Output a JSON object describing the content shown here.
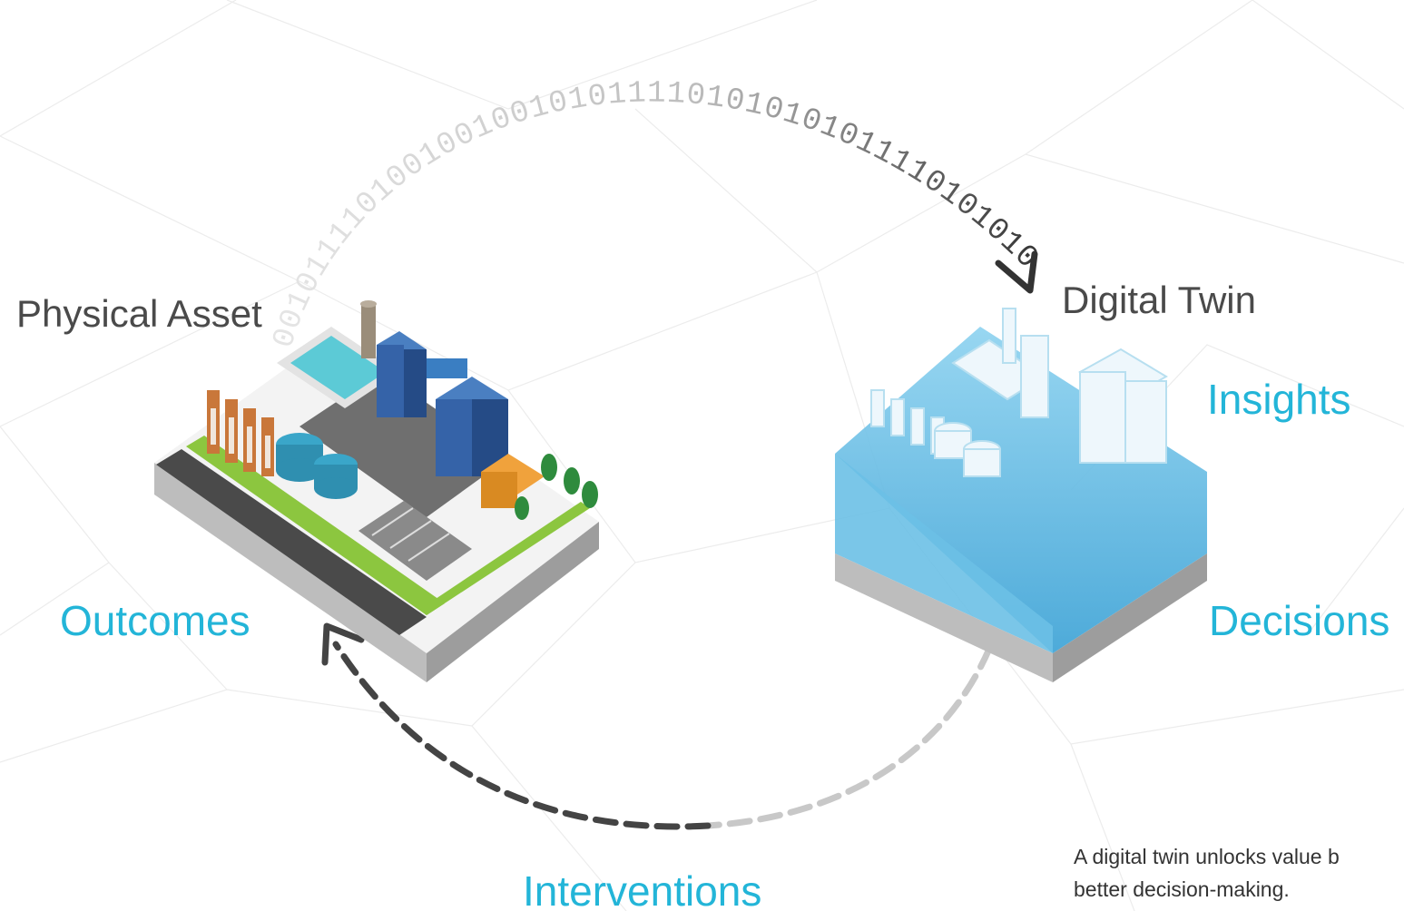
{
  "labels": {
    "physical_asset": "Physical Asset",
    "digital_twin": "Digital Twin",
    "insights": "Insights",
    "decisions": "Decisions",
    "outcomes": "Outcomes",
    "interventions": "Interventions"
  },
  "binary_stream": "0010111101001001001010111101010101011110101010",
  "caption": {
    "line1": "A digital twin unlocks value b",
    "line2": "better decision-making."
  },
  "colors": {
    "accent_cyan": "#23b5d8",
    "label_dark": "#4a4a4a",
    "twin_blue": "#5bbfe6",
    "arrow_dark": "#444444",
    "arrow_light": "#c8c8c8"
  }
}
